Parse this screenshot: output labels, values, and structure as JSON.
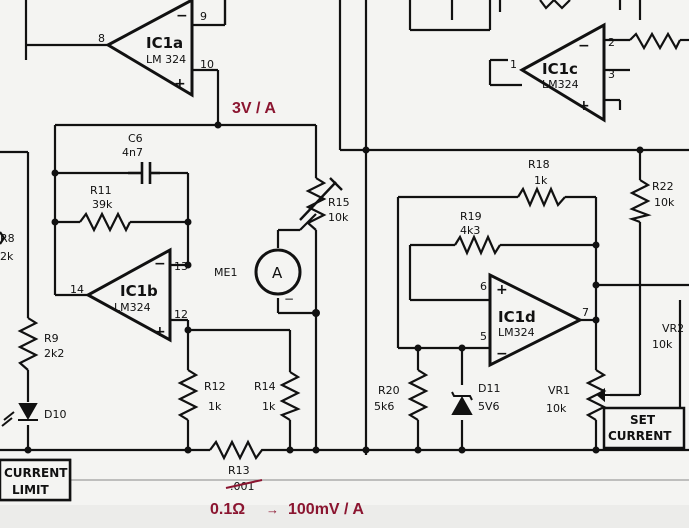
{
  "colors": {
    "paper": "#f4f4f2",
    "ink": "#111111",
    "annotation": "#8b1530"
  },
  "ics": {
    "ic1a": {
      "name": "IC1a",
      "part": "LM 324",
      "pins": [
        "8",
        "9",
        "10"
      ]
    },
    "ic1b": {
      "name": "IC1b",
      "part": "LM324",
      "pins": [
        "13",
        "14",
        "12"
      ]
    },
    "ic1c": {
      "name": "IC1c",
      "part": "LM324",
      "pins": [
        "2",
        "1",
        "3"
      ]
    },
    "ic1d": {
      "name": "IC1d",
      "part": "LM324",
      "pins": [
        "6",
        "5",
        "7"
      ]
    }
  },
  "components": {
    "c6": {
      "name": "C6",
      "value": "4n7"
    },
    "r11": {
      "name": "R11",
      "value": "39k"
    },
    "r15": {
      "name": "R15",
      "value": "10k"
    },
    "me1": {
      "name": "ME1",
      "symbol": "A"
    },
    "r9": {
      "name": "R9",
      "value": "2k2"
    },
    "r8": {
      "name": "R8",
      "value": "2k"
    },
    "d10": {
      "name": "D10"
    },
    "r12": {
      "name": "R12",
      "value": "1k"
    },
    "r14": {
      "name": "R14",
      "value": "1k"
    },
    "r13": {
      "name": "R13",
      "value": ".001"
    },
    "r18": {
      "name": "R18",
      "value": "1k"
    },
    "r19": {
      "name": "R19",
      "value": "4k3"
    },
    "r20": {
      "name": "R20",
      "value": "5k6"
    },
    "d11": {
      "name": "D11",
      "value": "5V6"
    },
    "vr1": {
      "name": "VR1",
      "value": "10k"
    },
    "r22": {
      "name": "R22",
      "value": "10k"
    },
    "vr2": {
      "name": "VR2",
      "value": "10k"
    }
  },
  "boxes": {
    "current_limit": [
      "CURRENT",
      "LIMIT"
    ],
    "set_current": [
      "SET",
      "CURRENT"
    ]
  },
  "annotations": {
    "scale_3v": "3V / A",
    "shunt": "0.1Ω",
    "arrow": "→",
    "scale_100mv": "100mV / A"
  }
}
